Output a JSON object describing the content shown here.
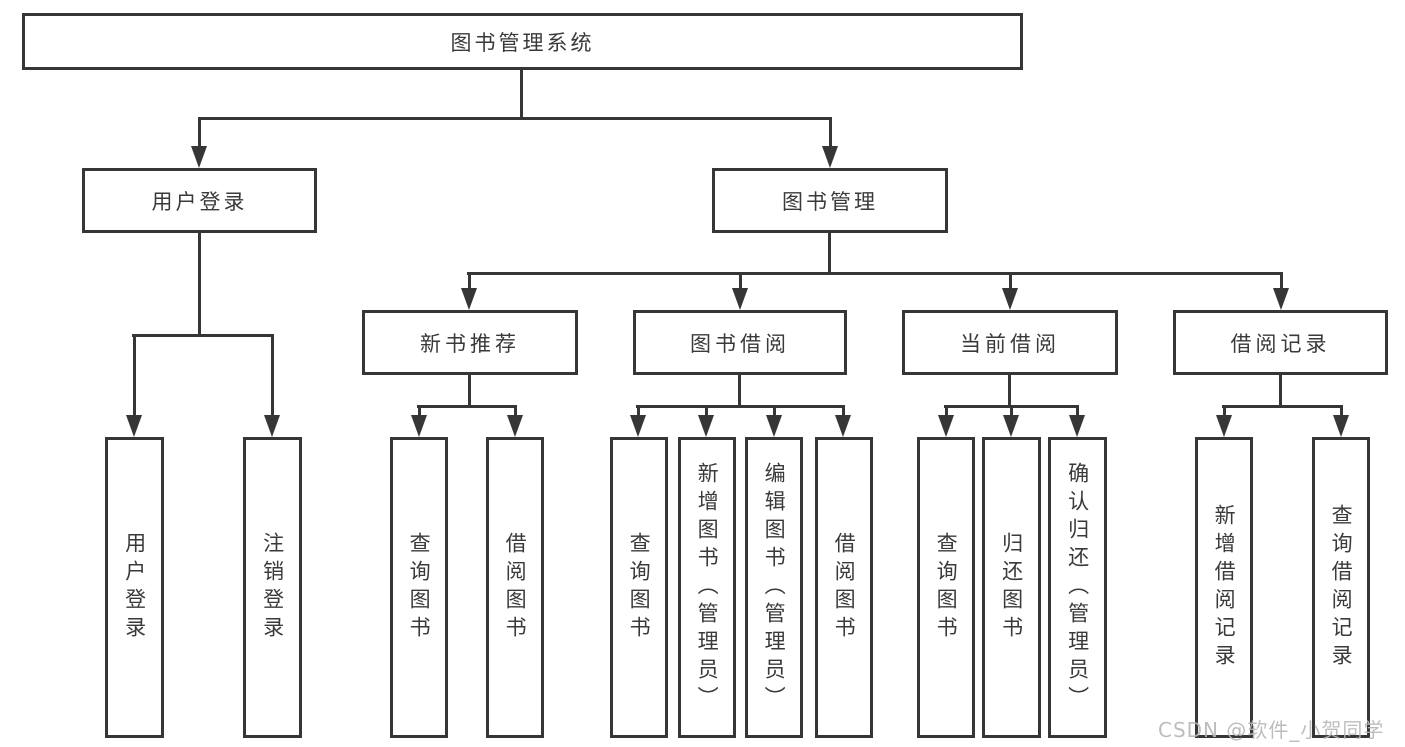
{
  "diagram_type": "tree-hierarchy",
  "colors": {
    "line": "#363636",
    "box_background": "#ffffff",
    "text": "#3a3a3a",
    "watermark_text": "#b8b8b8",
    "background": "#ffffff"
  },
  "nodes": {
    "root": {
      "label": "图书管理系统"
    },
    "level2": [
      {
        "label": "用户登录"
      },
      {
        "label": "图书管理"
      }
    ],
    "level3": [
      {
        "label": "新书推荐",
        "parent": "图书管理"
      },
      {
        "label": "图书借阅",
        "parent": "图书管理"
      },
      {
        "label": "当前借阅",
        "parent": "图书管理"
      },
      {
        "label": "借阅记录",
        "parent": "图书管理"
      }
    ],
    "leaves": [
      {
        "label": "用户登录",
        "parent": "用户登录"
      },
      {
        "label": "注销登录",
        "parent": "用户登录"
      },
      {
        "label": "查询图书",
        "parent": "新书推荐"
      },
      {
        "label": "借阅图书",
        "parent": "新书推荐"
      },
      {
        "label": "查询图书",
        "parent": "图书借阅"
      },
      {
        "label": "新增图书（管理员）",
        "parent": "图书借阅"
      },
      {
        "label": "编辑图书（管理员）",
        "parent": "图书借阅"
      },
      {
        "label": "借阅图书",
        "parent": "图书借阅"
      },
      {
        "label": "查询图书",
        "parent": "当前借阅"
      },
      {
        "label": "归还图书",
        "parent": "当前借阅"
      },
      {
        "label": "确认归还（管理员）",
        "parent": "当前借阅"
      },
      {
        "label": "新增借阅记录",
        "parent": "借阅记录"
      },
      {
        "label": "查询借阅记录",
        "parent": "借阅记录"
      }
    ]
  },
  "watermark": {
    "text": "CSDN @软件_小贺同学"
  }
}
